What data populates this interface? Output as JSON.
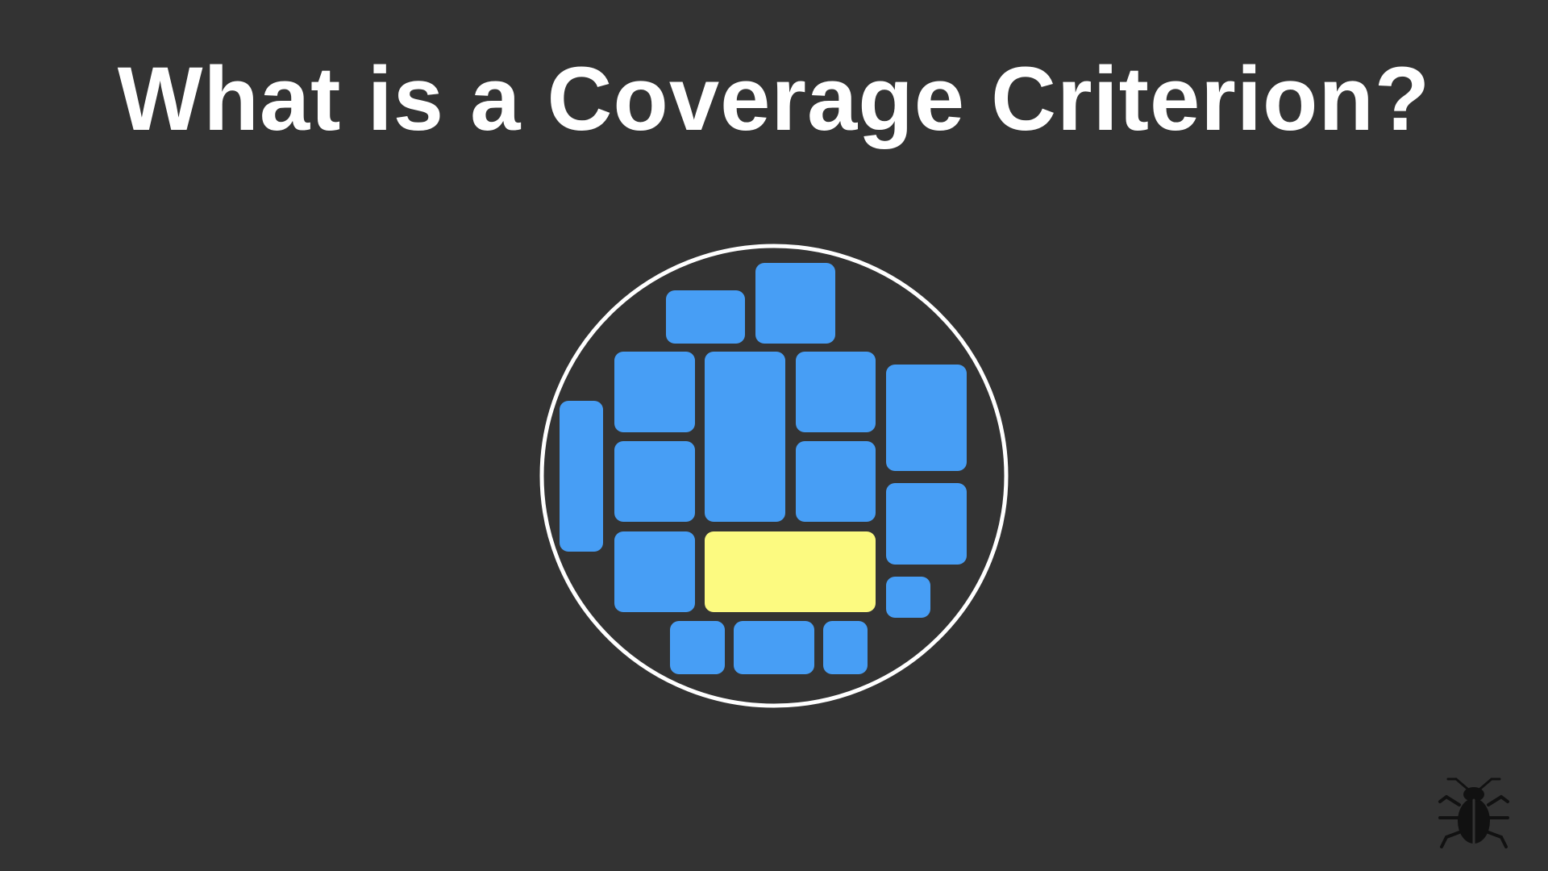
{
  "slide": {
    "title": "What is a Coverage Criterion?"
  },
  "diagram": {
    "boundary": {
      "name": "input-space-circle",
      "stroke": "#ffffff"
    },
    "block_color": "#479ef5",
    "highlight_color": "#fcfa80",
    "blocks": [
      {
        "name": "partition-block",
        "state": "plain"
      },
      {
        "name": "partition-block",
        "state": "plain"
      },
      {
        "name": "partition-block",
        "state": "plain"
      },
      {
        "name": "partition-block",
        "state": "plain"
      },
      {
        "name": "partition-block",
        "state": "plain"
      },
      {
        "name": "partition-block",
        "state": "plain"
      },
      {
        "name": "partition-block",
        "state": "plain"
      },
      {
        "name": "partition-block",
        "state": "plain"
      },
      {
        "name": "partition-block",
        "state": "plain"
      },
      {
        "name": "partition-block",
        "state": "plain"
      },
      {
        "name": "partition-block",
        "state": "plain"
      },
      {
        "name": "partition-block-highlighted",
        "state": "highlighted"
      },
      {
        "name": "partition-block",
        "state": "plain"
      },
      {
        "name": "partition-block",
        "state": "plain"
      },
      {
        "name": "partition-block",
        "state": "plain"
      },
      {
        "name": "partition-block",
        "state": "plain"
      }
    ]
  },
  "logo": {
    "icon": "bug-icon",
    "color": "#111111"
  }
}
